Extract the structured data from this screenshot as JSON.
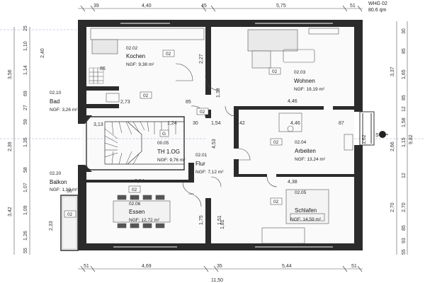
{
  "header": {
    "unit_name": "WHG 02",
    "unit_area": "80.6 qm"
  },
  "rooms": [
    {
      "id": "02.02",
      "name": "Kochen",
      "ngf": "NGF: 9,38 m²",
      "tag": "02"
    },
    {
      "id": "02.03",
      "name": "Wohnen",
      "ngf": "NGF: 19,19 m²",
      "tag": "02"
    },
    {
      "id": "02.10",
      "name": "Bad",
      "ngf": "NGF: 3,26 m²",
      "tag": "02"
    },
    {
      "id": "00.05",
      "name": "TH 1.OG",
      "ngf": "NGF: 9,76 m²",
      "tag": "G"
    },
    {
      "id": "02.01",
      "name": "Flur",
      "ngf": "NGF: 7,12 m²",
      "tag": "02"
    },
    {
      "id": "02.04",
      "name": "Arbeiten",
      "ngf": "NGF: 13,24 m²",
      "tag": "02"
    },
    {
      "id": "02.20",
      "name": "Balkon",
      "ngf": "NGF: 1,10 m²",
      "tag": "02"
    },
    {
      "id": "02.06",
      "name": "Essen",
      "ngf": "NGF: 12,72 m²",
      "tag": "02"
    },
    {
      "id": "02.05",
      "name": "Schlafen",
      "ngf": "NGF: 14,59 m²",
      "tag": "02"
    }
  ],
  "dims_top": [
    "39",
    "4,40",
    "45",
    "5,75",
    "51"
  ],
  "dims_bottom": [
    "51",
    "4,69",
    "35",
    "5,44",
    "51"
  ],
  "dim_total_bottom": "11,50",
  "dims_left_outer": [
    "3,56",
    "2,39",
    "3,42"
  ],
  "dims_left_inner": [
    "25",
    "1,10",
    "2,40",
    "1,14",
    "69",
    "27",
    "59",
    "1,35",
    "58",
    "1,07",
    "1,09",
    "2,33",
    "1,26",
    "55"
  ],
  "dims_right_outer": [
    "9,82"
  ],
  "dims_right_mid": [
    "3,37",
    "2,66",
    "2,70"
  ],
  "dims_right_inner": [
    "30",
    "85",
    "1,65",
    "85",
    "12",
    "1,58",
    "1,15",
    "12",
    "2,70",
    "85",
    "93",
    "55"
  ],
  "dims_interior": [
    "2,73",
    "86",
    "85",
    "1,24",
    "30",
    "1,54",
    "42",
    "4,46",
    "4,46",
    "87",
    "3,94",
    "4,38",
    "1,51",
    "4,53",
    "1,75",
    "1,81",
    "2,27",
    "1,39",
    "3,13",
    "98",
    "1,62"
  ],
  "section_marker": "S-01",
  "wall_color": "#2b2b2b",
  "line_color": "#444444"
}
